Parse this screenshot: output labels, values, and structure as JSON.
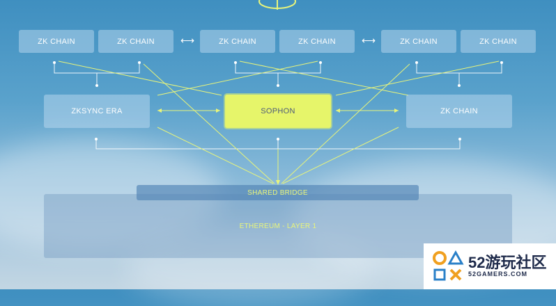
{
  "chains_row": {
    "left_pair": [
      "ZK CHAIN",
      "ZK CHAIN"
    ],
    "middle_pair": [
      "ZK CHAIN",
      "ZK CHAIN"
    ],
    "right_pair": [
      "ZK CHAIN",
      "ZK CHAIN"
    ],
    "connector": "⟷"
  },
  "middle_row": {
    "left": "ZKSYNC ERA",
    "center": "SOPHON",
    "right": "ZK CHAIN"
  },
  "shared_bridge": "SHARED BRIDGE",
  "ethereum": "ETHEREUM - LAYER 1",
  "watermark": {
    "big": "52游玩社区",
    "small": "52GAMERS.COM"
  },
  "colors": {
    "highlight": "#e6f56a",
    "line": "#e9f57a"
  }
}
